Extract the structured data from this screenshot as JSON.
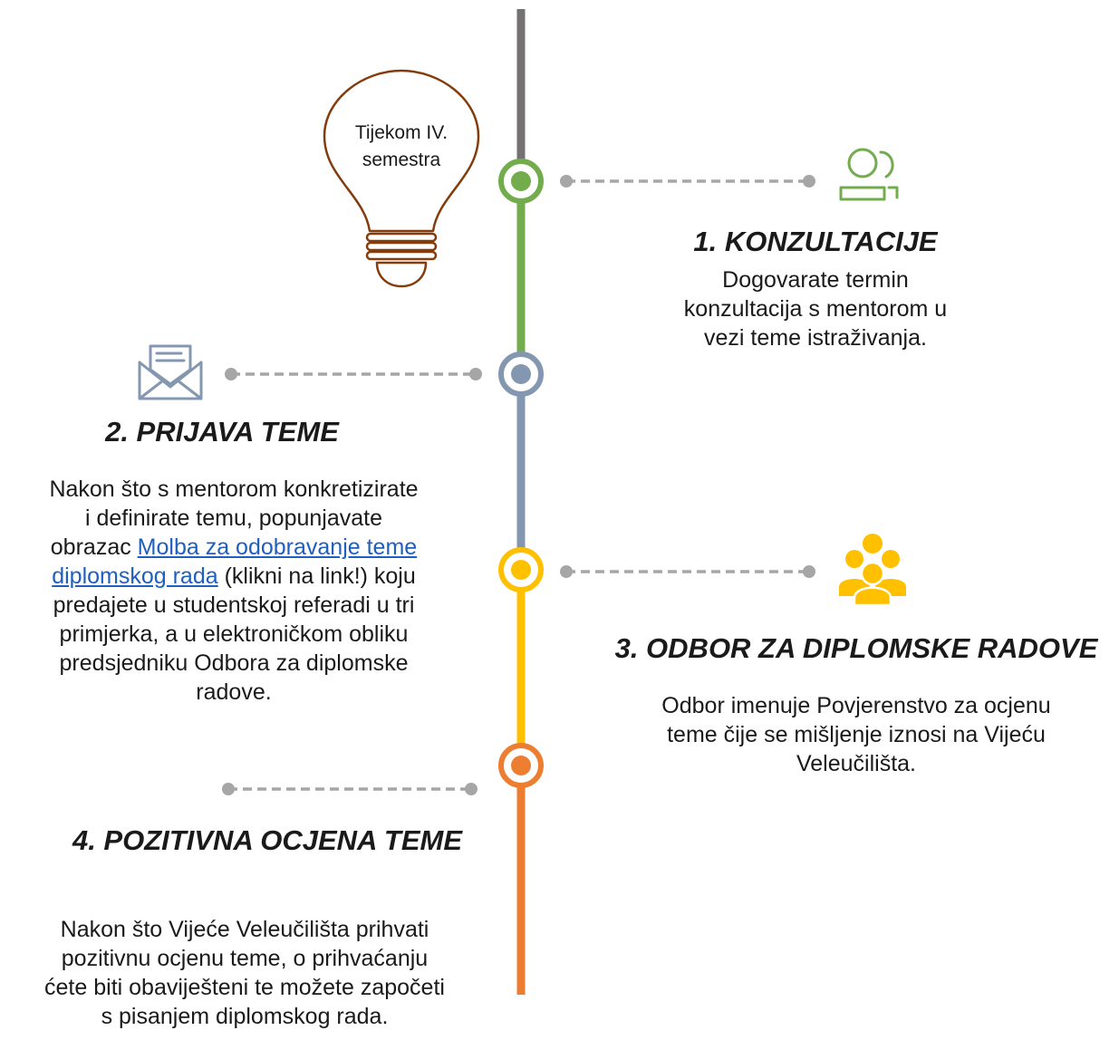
{
  "bulb": {
    "text_line1": "Tijekom IV.",
    "text_line2": "semestra"
  },
  "steps": [
    {
      "heading": "1. KONZULTACIJE",
      "body_lines": [
        "Dogovarate termin",
        "konzultacija s mentorom u",
        "vezi teme istraživanja."
      ],
      "icon": "users-icon",
      "color": "#72ac4d"
    },
    {
      "heading": "2. PRIJAVA TEME",
      "body_parts": {
        "line1": "Nakon što s mentorom konkretizirate",
        "line2": "i definirate temu, popunjavate",
        "line3_pre": "obrazac ",
        "link_line1": "Molba za odobravanje teme",
        "link_line2": "diplomskog rada",
        "line4_post": " (klikni na link!) koju",
        "line5": "predajete u studentskoj referadi u tri",
        "line6": "primjerka, a u elektroničkom obliku",
        "line7": "predsjedniku Odbora za diplomske",
        "line8": "radove."
      },
      "icon": "envelope-icon",
      "color": "#8497b0"
    },
    {
      "heading": "3. ODBOR ZA DIPLOMSKE RADOVE",
      "body_lines": [
        "Odbor imenuje Povjerenstvo za ocjenu",
        "teme čije se mišljenje iznosi na Vijeću",
        "Veleučilišta."
      ],
      "icon": "group-icon",
      "color": "#ffc000"
    },
    {
      "heading": "4. POZITIVNA OCJENA TEME",
      "body_lines": [
        "Nakon što Vijeće Veleučilišta prihvati",
        "pozitivnu ocjenu teme, o prihvaćanju",
        "ćete biti obaviješteni te možete započeti",
        "s pisanjem diplomskog rada."
      ],
      "color": "#ed7d31"
    }
  ],
  "colors": {
    "timeline_top": "#767171",
    "connector": "#a6a6a6",
    "bulb_outline": "#843c0c"
  }
}
